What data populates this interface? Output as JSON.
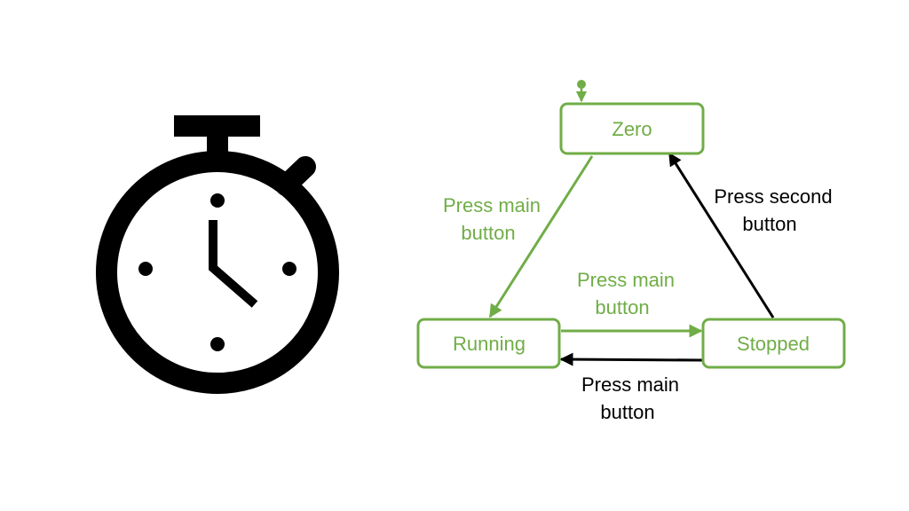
{
  "colors": {
    "accent": "#70ad47",
    "ink": "#000000",
    "background": "#ffffff"
  },
  "icon": {
    "name": "stopwatch-icon"
  },
  "diagram": {
    "states": {
      "zero": "Zero",
      "running": "Running",
      "stopped": "Stopped"
    },
    "transitions": [
      {
        "from": "Zero",
        "to": "Running",
        "label_lines": [
          "Press main",
          "button"
        ],
        "color": "#70ad47"
      },
      {
        "from": "Running",
        "to": "Stopped",
        "label_lines": [
          "Press main",
          "button"
        ],
        "color": "#70ad47"
      },
      {
        "from": "Stopped",
        "to": "Running",
        "label_lines": [
          "Press main",
          "button"
        ],
        "color": "#000000"
      },
      {
        "from": "Stopped",
        "to": "Zero",
        "label_lines": [
          "Press second",
          "button"
        ],
        "color": "#000000"
      }
    ]
  }
}
